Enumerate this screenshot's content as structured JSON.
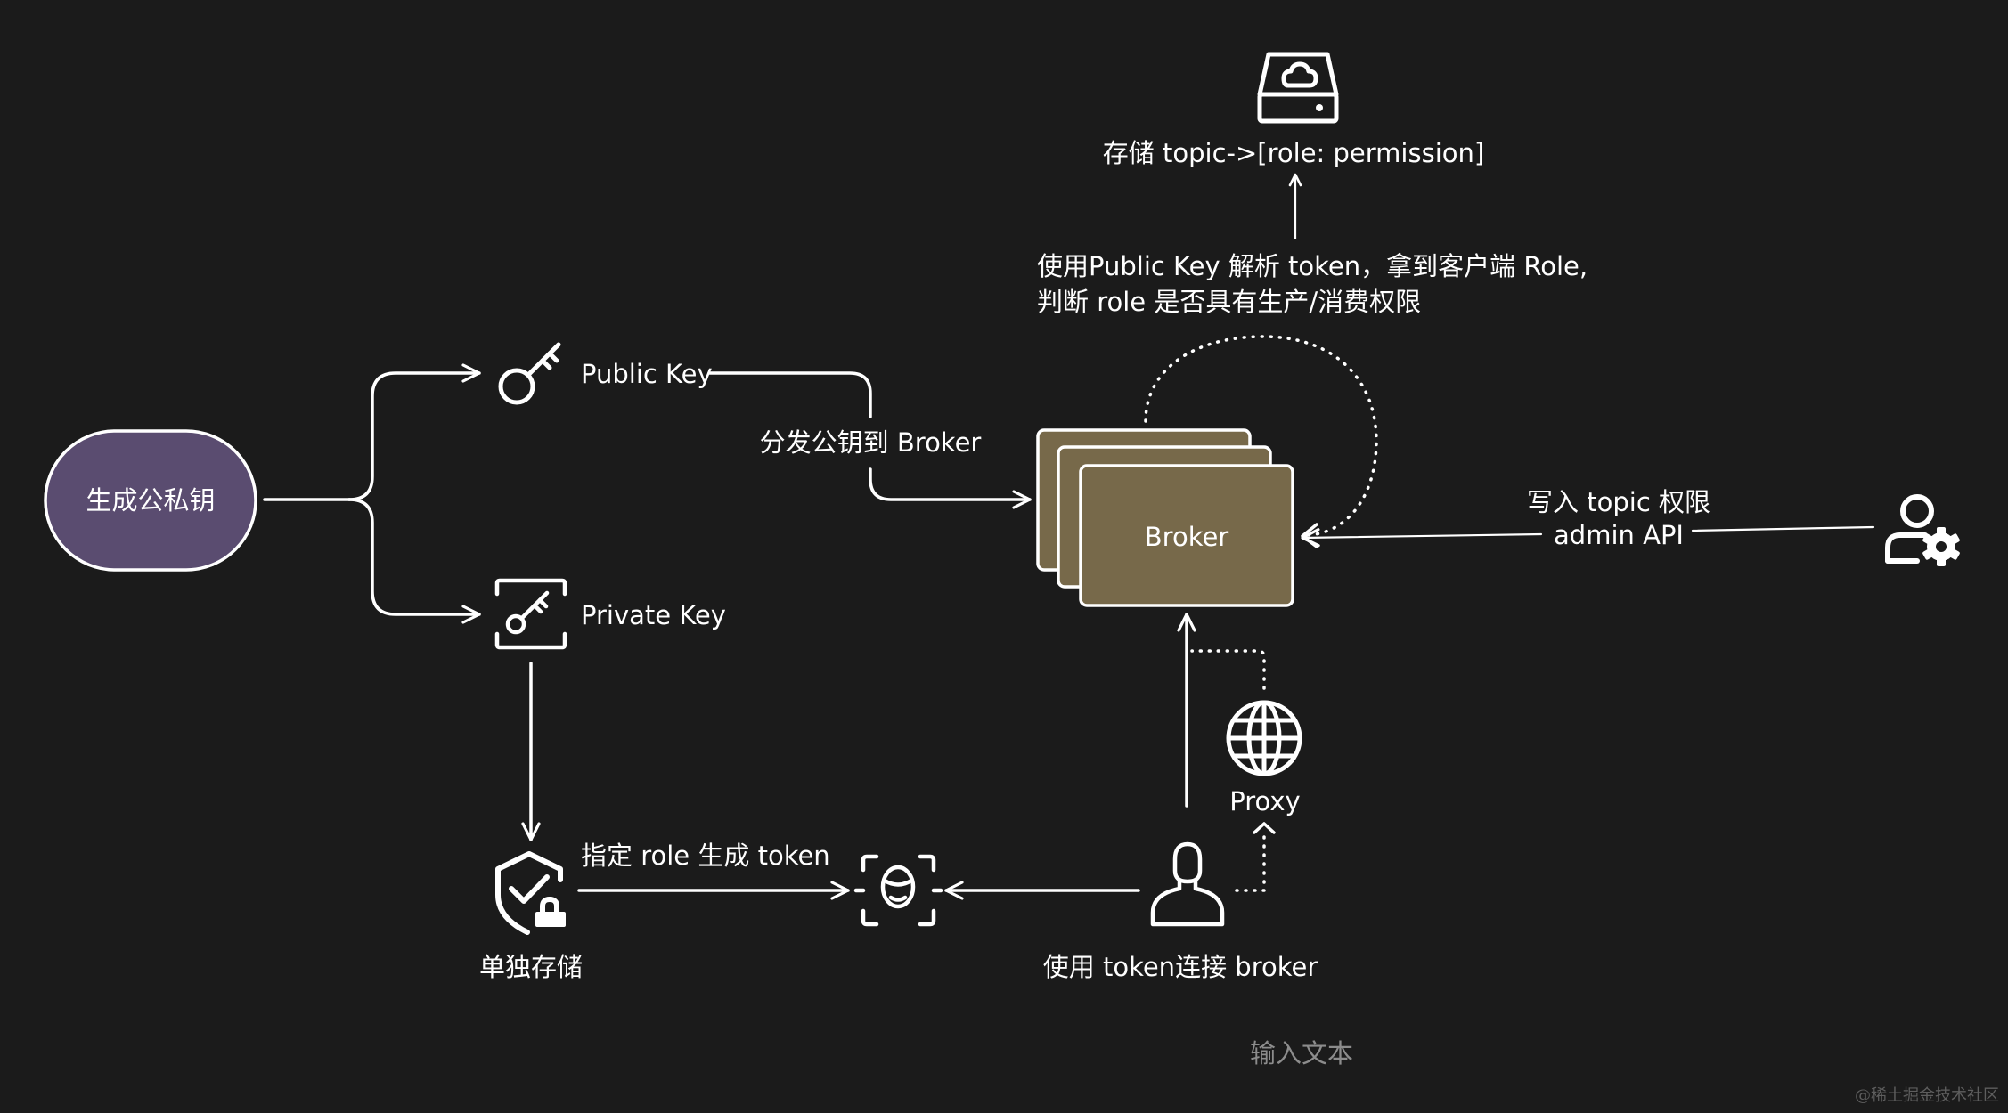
{
  "nodes": {
    "generate": "生成公私钥",
    "public_key": "Public Key",
    "private_key": "Private Key",
    "broker": "Broker",
    "store_separately": "单独存储",
    "proxy": "Proxy",
    "client": "使用 token连接 broker"
  },
  "edges": {
    "distribute": "分发公钥到 Broker",
    "generate_token": "指定 role 生成 token",
    "admin_line1": "写入 topic 权限",
    "admin_line2": "admin API",
    "parse_line1": "使用Public Key 解析 token，拿到客户端 Role,",
    "parse_line2": "判断 role 是否具有生产/消费权限",
    "storage": "存储 topic->[role: permission]"
  },
  "placeholder": "输入文本",
  "watermark": "@稀土掘金技术社区",
  "icons": [
    "storage-icon",
    "key-icon",
    "private-key-icon",
    "shield-lock-icon",
    "face-scan-icon",
    "user-icon",
    "globe-icon",
    "admin-settings-icon"
  ],
  "colors": {
    "background": "#1b1b1b",
    "generate_fill": "#5a4c70",
    "broker_fill": "#77694a",
    "stroke": "#ffffff"
  }
}
